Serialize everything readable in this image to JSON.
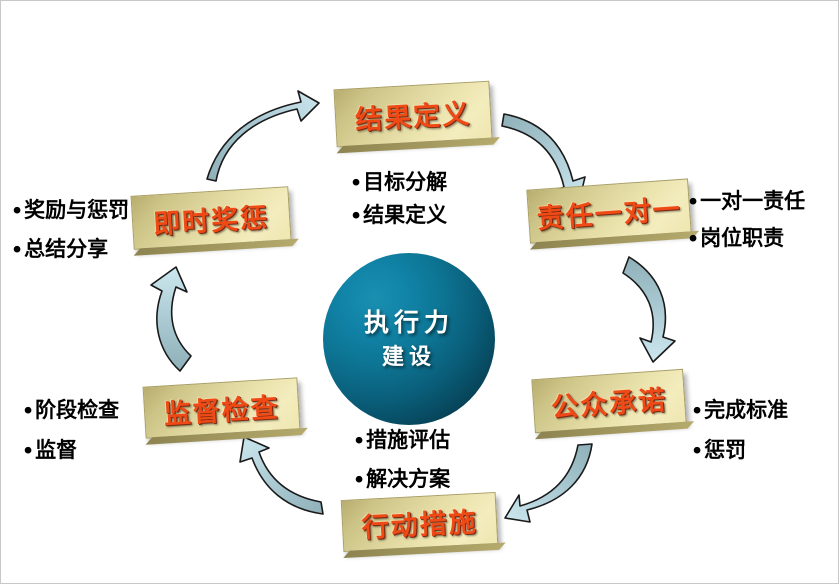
{
  "diagram": {
    "title_center": {
      "line1": "执行力",
      "line2": "建设"
    },
    "flow_direction": "clockwise",
    "colors": {
      "plate_gold_light": "#f3ecbd",
      "plate_gold_dark": "#b8ad6f",
      "plate_text_red": "#ef4a16",
      "sphere_teal_light": "#1b8fb0",
      "sphere_teal_dark": "#052630",
      "arrow_light": "#bfdde4",
      "arrow_dark": "#8fb0b8",
      "arrow_outline": "#1a1a1a",
      "bullet_text": "#000000",
      "background": "#ffffff"
    },
    "stages": [
      {
        "id": "result-definition",
        "label": "结果定义",
        "bullets": [
          "目标分解",
          "结果定义"
        ]
      },
      {
        "id": "one-to-one-responsibility",
        "label": "责任一对一",
        "bullets": [
          "一对一责任",
          "岗位职责"
        ]
      },
      {
        "id": "public-commitment",
        "label": "公众承诺",
        "bullets": [
          "完成标准",
          "惩罚"
        ]
      },
      {
        "id": "action-measures",
        "label": "行动措施",
        "bullets": [
          "措施评估",
          "解决方案"
        ]
      },
      {
        "id": "supervision-inspection",
        "label": "监督检查",
        "bullets": [
          "阶段检查",
          "监督"
        ]
      },
      {
        "id": "instant-reward-punishment",
        "label": "即时奖惩",
        "bullets": [
          "奖励与惩罚",
          "总结分享"
        ]
      }
    ]
  }
}
